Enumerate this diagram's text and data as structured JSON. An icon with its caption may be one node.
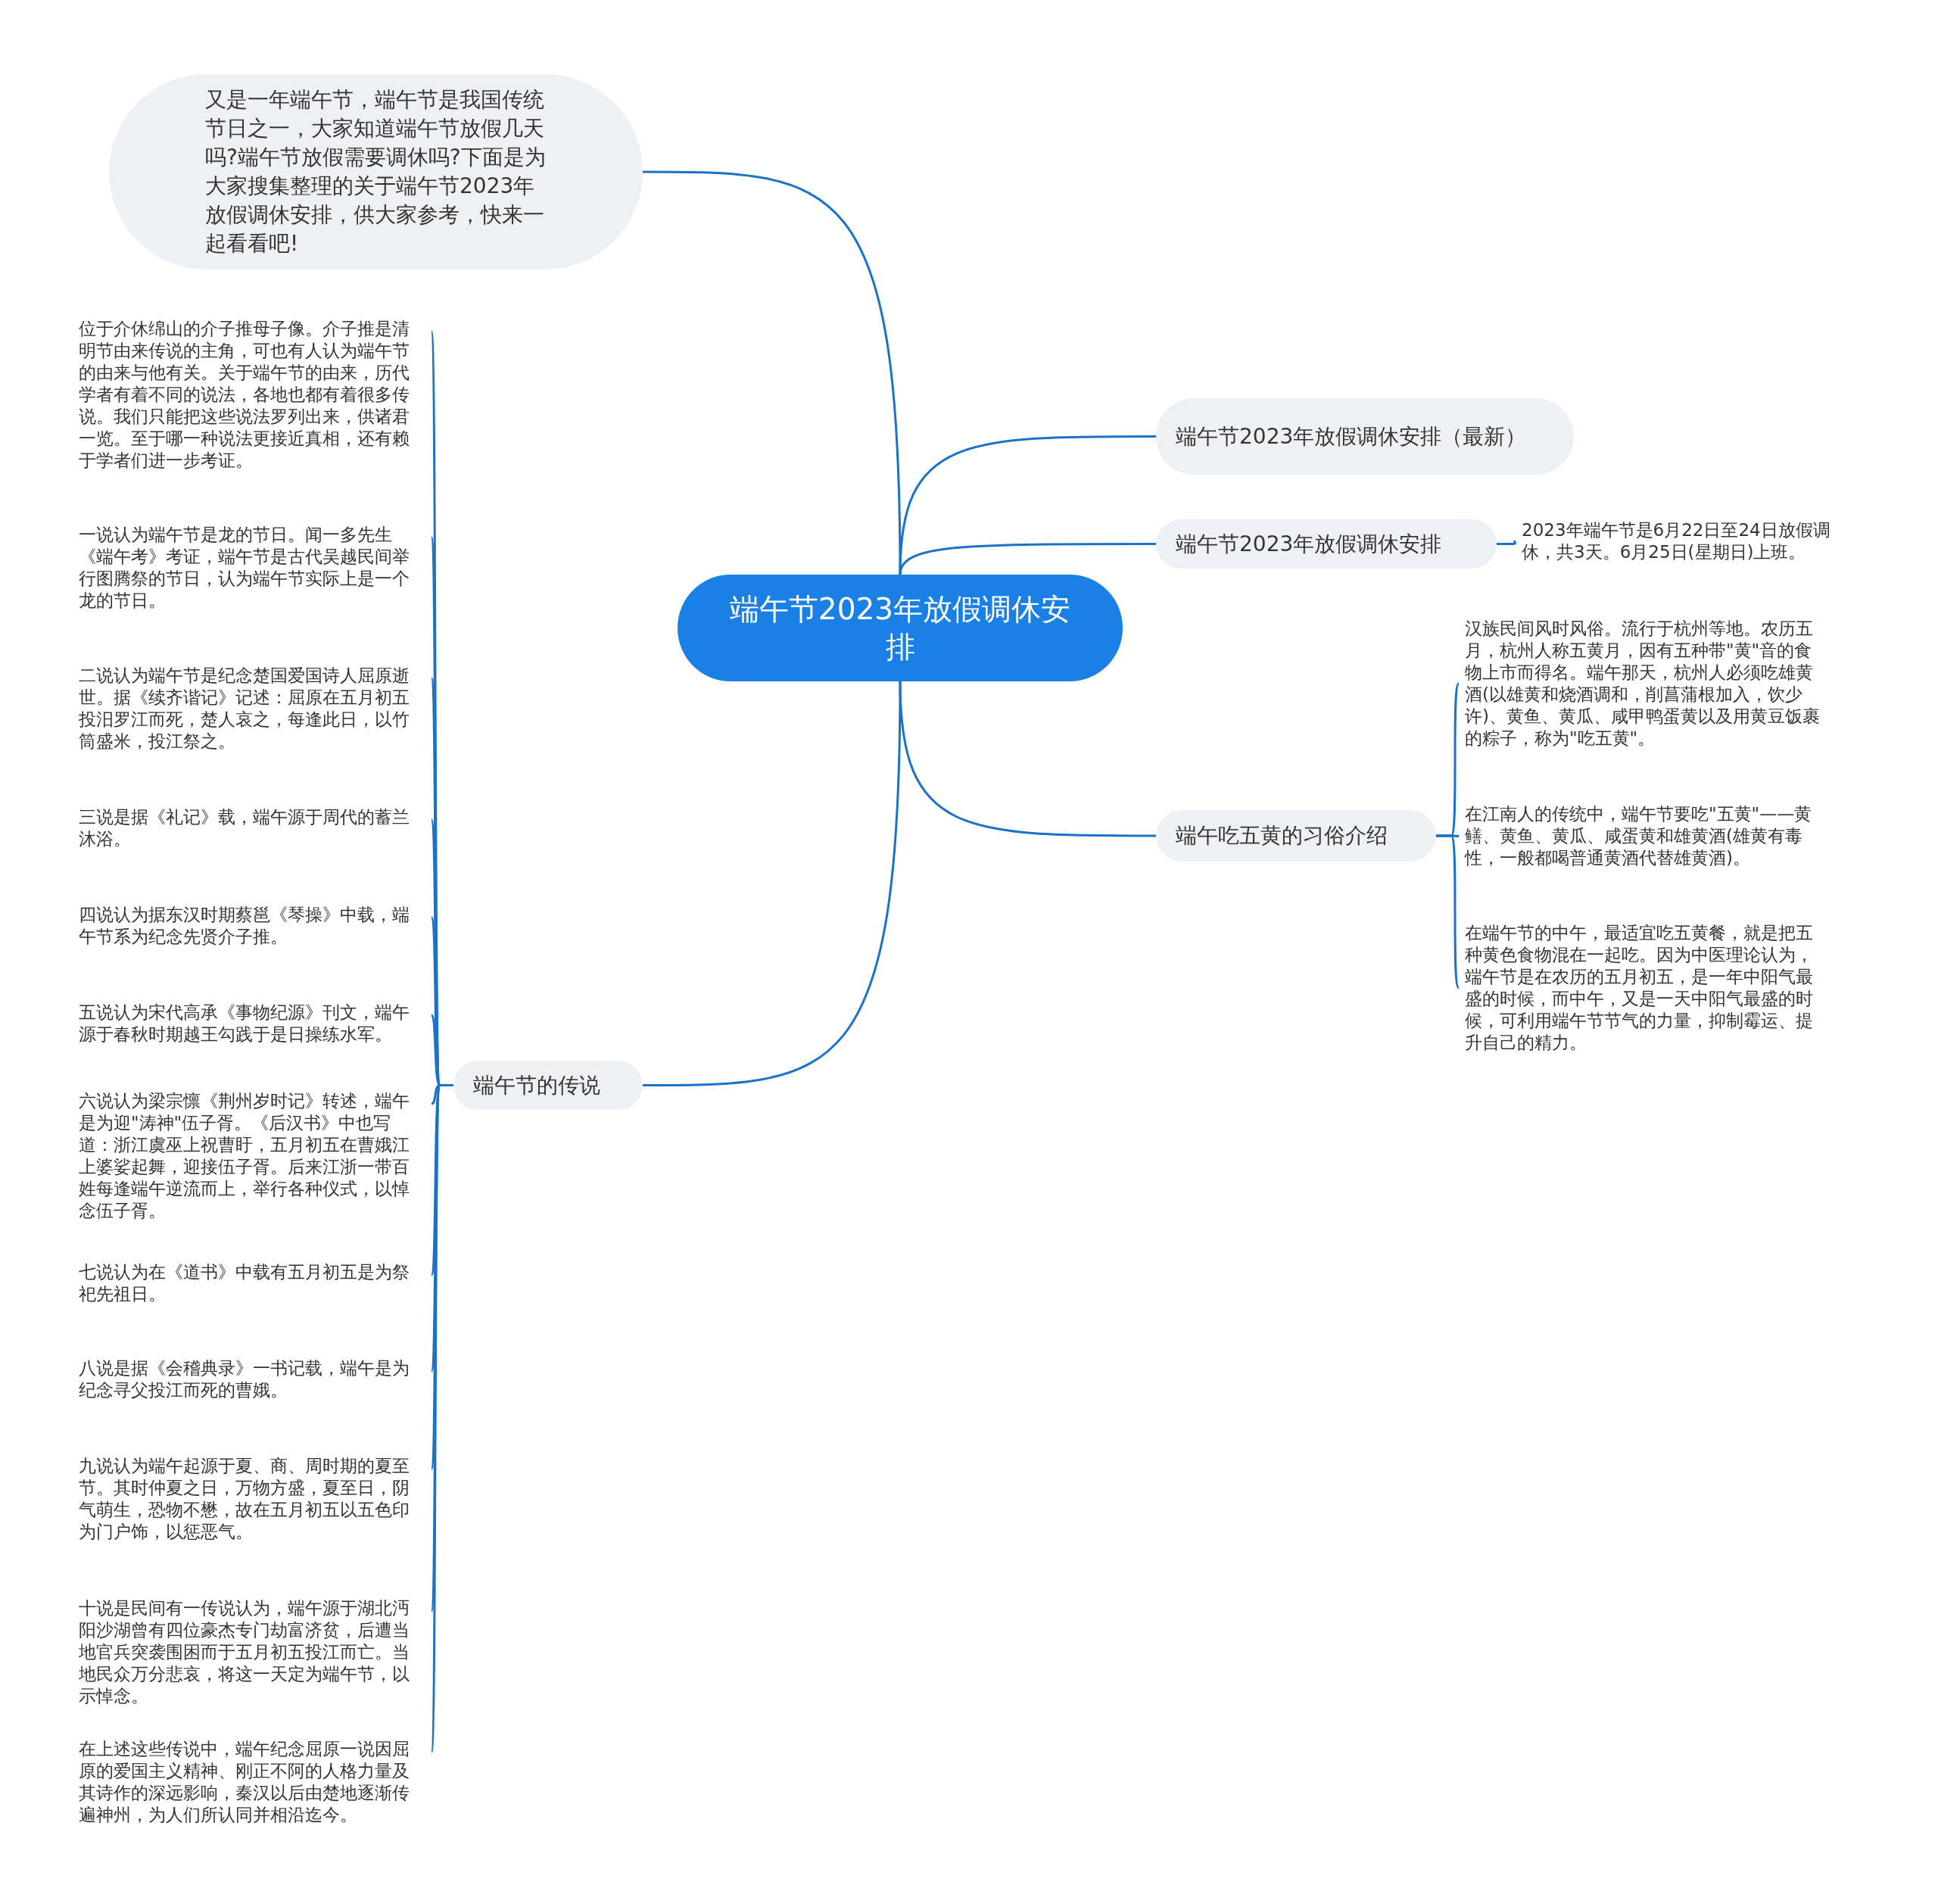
{
  "diagram": {
    "nodes": [
      {
        "text": [
          "端午节2023年放假调休安排"
        ]
      },
      {
        "text": [
          "又是一年端午节，端午节是我国传统节日之一，大家知道端午节放假几天吗?端午节放假需要调休吗?下面是为大家搜集整理的关于端午节2023年放假调休安排，供大家参考，快来一起看看吧!"
        ]
      },
      {
        "text": [
          "端午节2023年放假调休安排（最新）"
        ]
      },
      {
        "text": [
          "端午节2023年放假调休安排"
        ]
      },
      {
        "text": [
          "2023年端午节是6月22日至24日放假调休，共3天。6月25日(星期日)上班。"
        ]
      },
      {
        "text": [
          "端午吃五黄的习俗介绍"
        ]
      },
      {
        "text": [
          "汉族民间风时风俗。流行于杭州等地。农历五月，杭州人称五黄月，因有五种带\"黄\"音的食物上市而得名。端午那天，杭州人必须吃雄黄酒(以雄黄和烧酒调和，削菖蒲根加入，饮少许)、黄鱼、黄瓜、咸甲鸭蛋黄以及用黄豆饭裹的粽子，称为\"吃五黄\"。"
        ]
      },
      {
        "text": [
          "在江南人的传统中，端午节要吃\"五黄\"——黄鳝、黄鱼、黄瓜、咸蛋黄和雄黄酒(雄黄有毒性，一般都喝普通黄酒代替雄黄酒)。"
        ]
      },
      {
        "text": [
          "在端午节的中午，最适宜吃五黄餐，就是把五种黄色食物混在一起吃。因为中医理论认为，端午节是在农历的五月初五，是一年中阳气最盛的时候，而中午，又是一天中阳气最盛的时候，可利用端午节节气的力量，抑制霉运、提升自己的精力。"
        ]
      },
      {
        "text": [
          "端午节的传说"
        ]
      },
      {
        "text": [
          "位于介休绵山的介子推母子像。介子推是清明节由来传说的主角，可也有人认为端午节的由来与他有关。关于端午节的由来，历代学者有着不同的说法，各地也都有着很多传说。我们只能把这些说法罗列出来，供诸君一览。至于哪一种说法更接近真相，还有赖于学者们进一步考证。"
        ]
      },
      {
        "text": [
          "一说认为端午节是龙的节日。闻一多先生《端午考》考证，端午节是古代吴越民间举行图腾祭的节日，认为端午节实际上是一个龙的节日。"
        ]
      },
      {
        "text": [
          "二说认为端午节是纪念楚国爱国诗人屈原逝世。据《续齐谐记》记述：屈原在五月初五投汨罗江而死，楚人哀之，每逢此日，以竹筒盛米，投江祭之。"
        ]
      },
      {
        "text": [
          "三说是据《礼记》载，端午源于周代的蓄兰沐浴。"
        ]
      },
      {
        "text": [
          "四说认为据东汉时期蔡邕《琴操》中载，端午节系为纪念先贤介子推。"
        ]
      },
      {
        "text": [
          "五说认为宋代高承《事物纪源》刊文，端午源于春秋时期越王勾践于是日操练水军。"
        ]
      },
      {
        "text": [
          "六说认为梁宗懔《荆州岁时记》转述，端午是为迎\"涛神\"伍子胥。《后汉书》中也写道：浙江虞巫上祝曹盱，五月初五在曹娥江上婆娑起舞，迎接伍子胥。后来江浙一带百姓每逢端午逆流而上，举行各种仪式，以悼念伍子胥。"
        ]
      },
      {
        "text": [
          "七说认为在《道书》中载有五月初五是为祭祀先祖日。"
        ]
      },
      {
        "text": [
          "八说是据《会稽典录》一书记载，端午是为纪念寻父投江而死的曹娥。"
        ]
      },
      {
        "text": [
          "九说认为端午起源于夏、商、周时期的夏至节。其时仲夏之日，万物方盛，夏至日，阴气萌生，恐物不懋，故在五月初五以五色印为门户饰，以惩恶气。"
        ]
      },
      {
        "text": [
          "十说是民间有一传说认为，端午源于湖北沔阳沙湖曾有四位豪杰专门劫富济贫，后遭当地官兵突袭围困而于五月初五投江而亡。当地民众万分悲哀，将这一天定为端午节，以示悼念。"
        ]
      },
      {
        "text": [
          "在上述这些传说中，端午纪念屈原一说因屈原的爱国主义精神、刚正不阿的人格力量及其诗作的深远影响，秦汉以后由楚地逐渐传遍神州，为人们所认同并相沿迄今。"
        ]
      }
    ],
    "edges": [
      {
        "from": 0,
        "to": 1,
        "arrow": "none"
      },
      {
        "from": 0,
        "to": 2,
        "arrow": "none"
      },
      {
        "from": 0,
        "to": 3,
        "arrow": "none"
      },
      {
        "from": 0,
        "to": 5,
        "arrow": "none"
      },
      {
        "from": 0,
        "to": 9,
        "arrow": "none"
      },
      {
        "from": 3,
        "to": 4,
        "arrow": "none"
      },
      {
        "from": 5,
        "to": 6,
        "arrow": "none"
      },
      {
        "from": 5,
        "to": 7,
        "arrow": "none"
      },
      {
        "from": 5,
        "to": 8,
        "arrow": "none"
      },
      {
        "from": 9,
        "to": 10,
        "arrow": "none"
      },
      {
        "from": 9,
        "to": 11,
        "arrow": "none"
      },
      {
        "from": 9,
        "to": 12,
        "arrow": "none"
      },
      {
        "from": 9,
        "to": 13,
        "arrow": "none"
      },
      {
        "from": 9,
        "to": 14,
        "arrow": "none"
      },
      {
        "from": 9,
        "to": 15,
        "arrow": "none"
      },
      {
        "from": 9,
        "to": 16,
        "arrow": "none"
      },
      {
        "from": 9,
        "to": 17,
        "arrow": "none"
      },
      {
        "from": 9,
        "to": 18,
        "arrow": "none"
      },
      {
        "from": 9,
        "to": 19,
        "arrow": "none"
      },
      {
        "from": 9,
        "to": 20,
        "arrow": "none"
      },
      {
        "from": 9,
        "to": 21,
        "arrow": "none"
      }
    ]
  }
}
